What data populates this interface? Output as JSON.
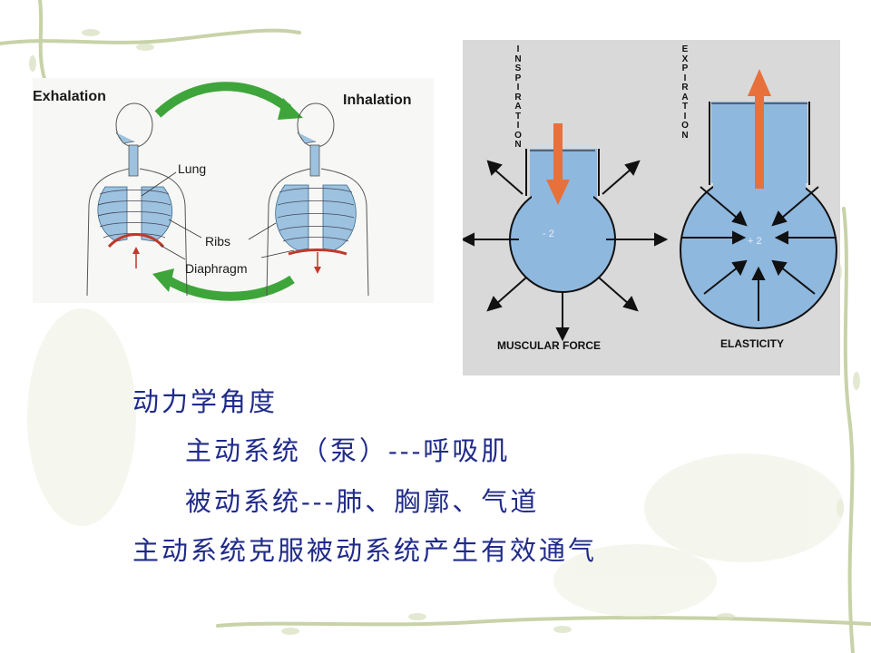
{
  "diagram_left": {
    "exhalation_label": "Exhalation",
    "inhalation_label": "Inhalation",
    "lung_label": "Lung",
    "ribs_label": "Ribs",
    "diaphragm_label": "Diaphragm"
  },
  "diagram_right": {
    "inspiration_label": "INSPIRATION",
    "expiration_label": "EXPIRATION",
    "left_value": "- 2",
    "right_value": "+ 2",
    "muscular_force_label": "MUSCULAR FORCE",
    "elasticity_label": "ELASTICITY"
  },
  "text_lines": [
    "动力学角度",
    "主动系统（泵）---呼吸肌",
    "被动系统---肺、胸廓、气道",
    "主动系统克服被动系统产生有效通气"
  ],
  "colors": {
    "text_blue": "#1f2a8a",
    "water_blue": "#8fb8df",
    "arrow_orange": "#e8703a",
    "cycle_green": "#3ea53a",
    "vine_green": "#b9c79a"
  }
}
